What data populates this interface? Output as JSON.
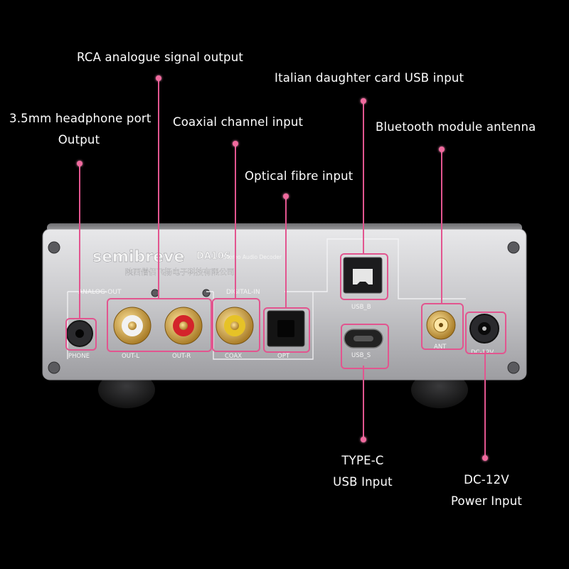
{
  "callouts": {
    "rca": "RCA analogue signal output",
    "usb_b": "Italian daughter card USB input",
    "headphone_line1": "3.5mm headphone port",
    "headphone_line2": "Output",
    "coaxial": "Coaxial channel input",
    "bluetooth": "Bluetooth module antenna",
    "optical": "Optical fibre input",
    "typec_line1": "TYPE-C",
    "typec_line2": "USB Input",
    "dc_line1": "DC-12V",
    "dc_line2": "Power Input"
  },
  "device": {
    "brand": "semibreve",
    "model": "DA10S",
    "subtitle": "Stereo Audio Decoder",
    "company": "陕西僧侣飞扬电子科技有限公司",
    "section_analog": "ANALOG-OUT",
    "section_digital": "DIGITAL-IN",
    "port_phone": "PHONE",
    "port_out_l": "OUT-L",
    "port_out_r": "OUT-R",
    "port_coax": "COAX",
    "port_opt": "OPT",
    "port_usb_b": "USB_B",
    "port_usb_s": "USB_S",
    "port_ant": "ANT",
    "port_dc": "DC-12V"
  },
  "colors": {
    "accent": "#e2558f",
    "panel": "#c9c9cc",
    "rca_left": "#f2f2f2",
    "rca_right": "#d3242b",
    "coax": "#e6c227",
    "gold": "#d8a93a"
  }
}
